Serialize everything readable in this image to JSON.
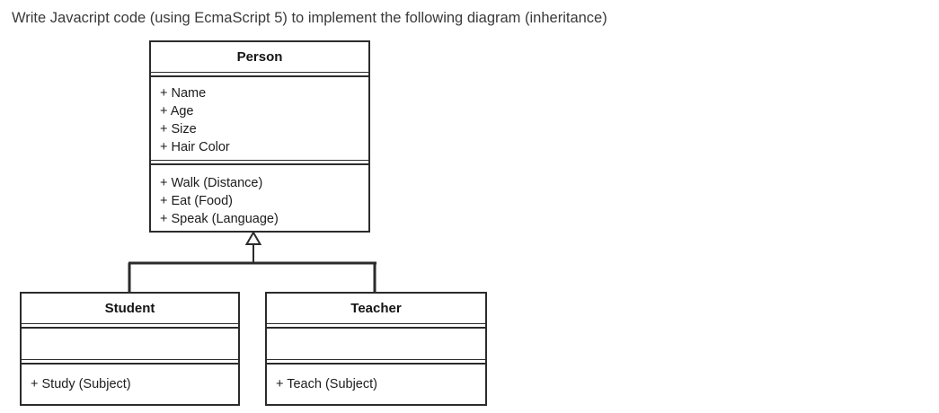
{
  "page": {
    "prompt": "Write Javacript code (using EcmaScript 5) to implement the following diagram (inheritance)"
  },
  "diagram": {
    "type": "uml-class-diagram",
    "classes": [
      {
        "name": "Person",
        "attributes": [
          "+ Name",
          "+ Age",
          "+ Size",
          "+ Hair Color"
        ],
        "methods": [
          "+ Walk (Distance)",
          "+ Eat (Food)",
          "+ Speak (Language)"
        ]
      },
      {
        "name": "Student",
        "attributes": [],
        "methods": [
          "+ Study (Subject)"
        ]
      },
      {
        "name": "Teacher",
        "attributes": [],
        "methods": [
          "+ Teach (Subject)"
        ]
      }
    ],
    "relations": [
      {
        "from": "Student",
        "to": "Person",
        "type": "inheritance"
      },
      {
        "from": "Teacher",
        "to": "Person",
        "type": "inheritance"
      }
    ],
    "colors": {
      "border": "#2b2b2b",
      "text": "#1c1c1c",
      "background": "#ffffff"
    }
  }
}
